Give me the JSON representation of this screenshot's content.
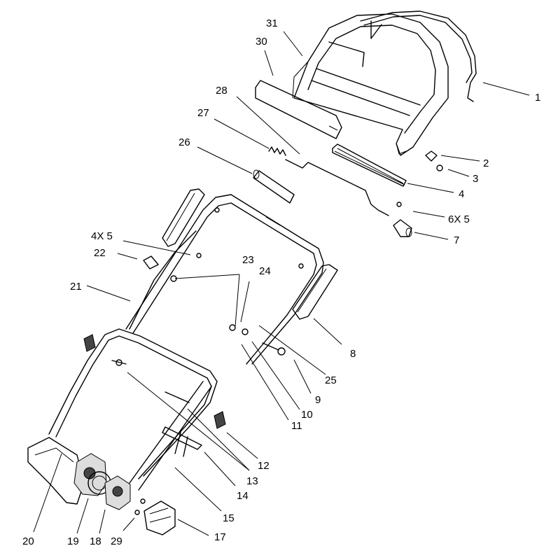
{
  "callouts": [
    {
      "id": "1",
      "text": "1"
    },
    {
      "id": "2",
      "text": "2"
    },
    {
      "id": "3",
      "text": "3"
    },
    {
      "id": "4",
      "text": "4"
    },
    {
      "id": "6x5",
      "text": "6X 5"
    },
    {
      "id": "7",
      "text": "7"
    },
    {
      "id": "8",
      "text": "8"
    },
    {
      "id": "9",
      "text": "9"
    },
    {
      "id": "10",
      "text": "10"
    },
    {
      "id": "11",
      "text": "11"
    },
    {
      "id": "12",
      "text": "12"
    },
    {
      "id": "13",
      "text": "13"
    },
    {
      "id": "14",
      "text": "14"
    },
    {
      "id": "15",
      "text": "15"
    },
    {
      "id": "17",
      "text": "17"
    },
    {
      "id": "18",
      "text": "18"
    },
    {
      "id": "19",
      "text": "19"
    },
    {
      "id": "20",
      "text": "20"
    },
    {
      "id": "21",
      "text": "21"
    },
    {
      "id": "22",
      "text": "22"
    },
    {
      "id": "23",
      "text": "23"
    },
    {
      "id": "24",
      "text": "24"
    },
    {
      "id": "25",
      "text": "25"
    },
    {
      "id": "26",
      "text": "26"
    },
    {
      "id": "27",
      "text": "27"
    },
    {
      "id": "28",
      "text": "28"
    },
    {
      "id": "29",
      "text": "29"
    },
    {
      "id": "30",
      "text": "30"
    },
    {
      "id": "31",
      "text": "31"
    },
    {
      "id": "4x5",
      "text": "4X 5"
    }
  ]
}
